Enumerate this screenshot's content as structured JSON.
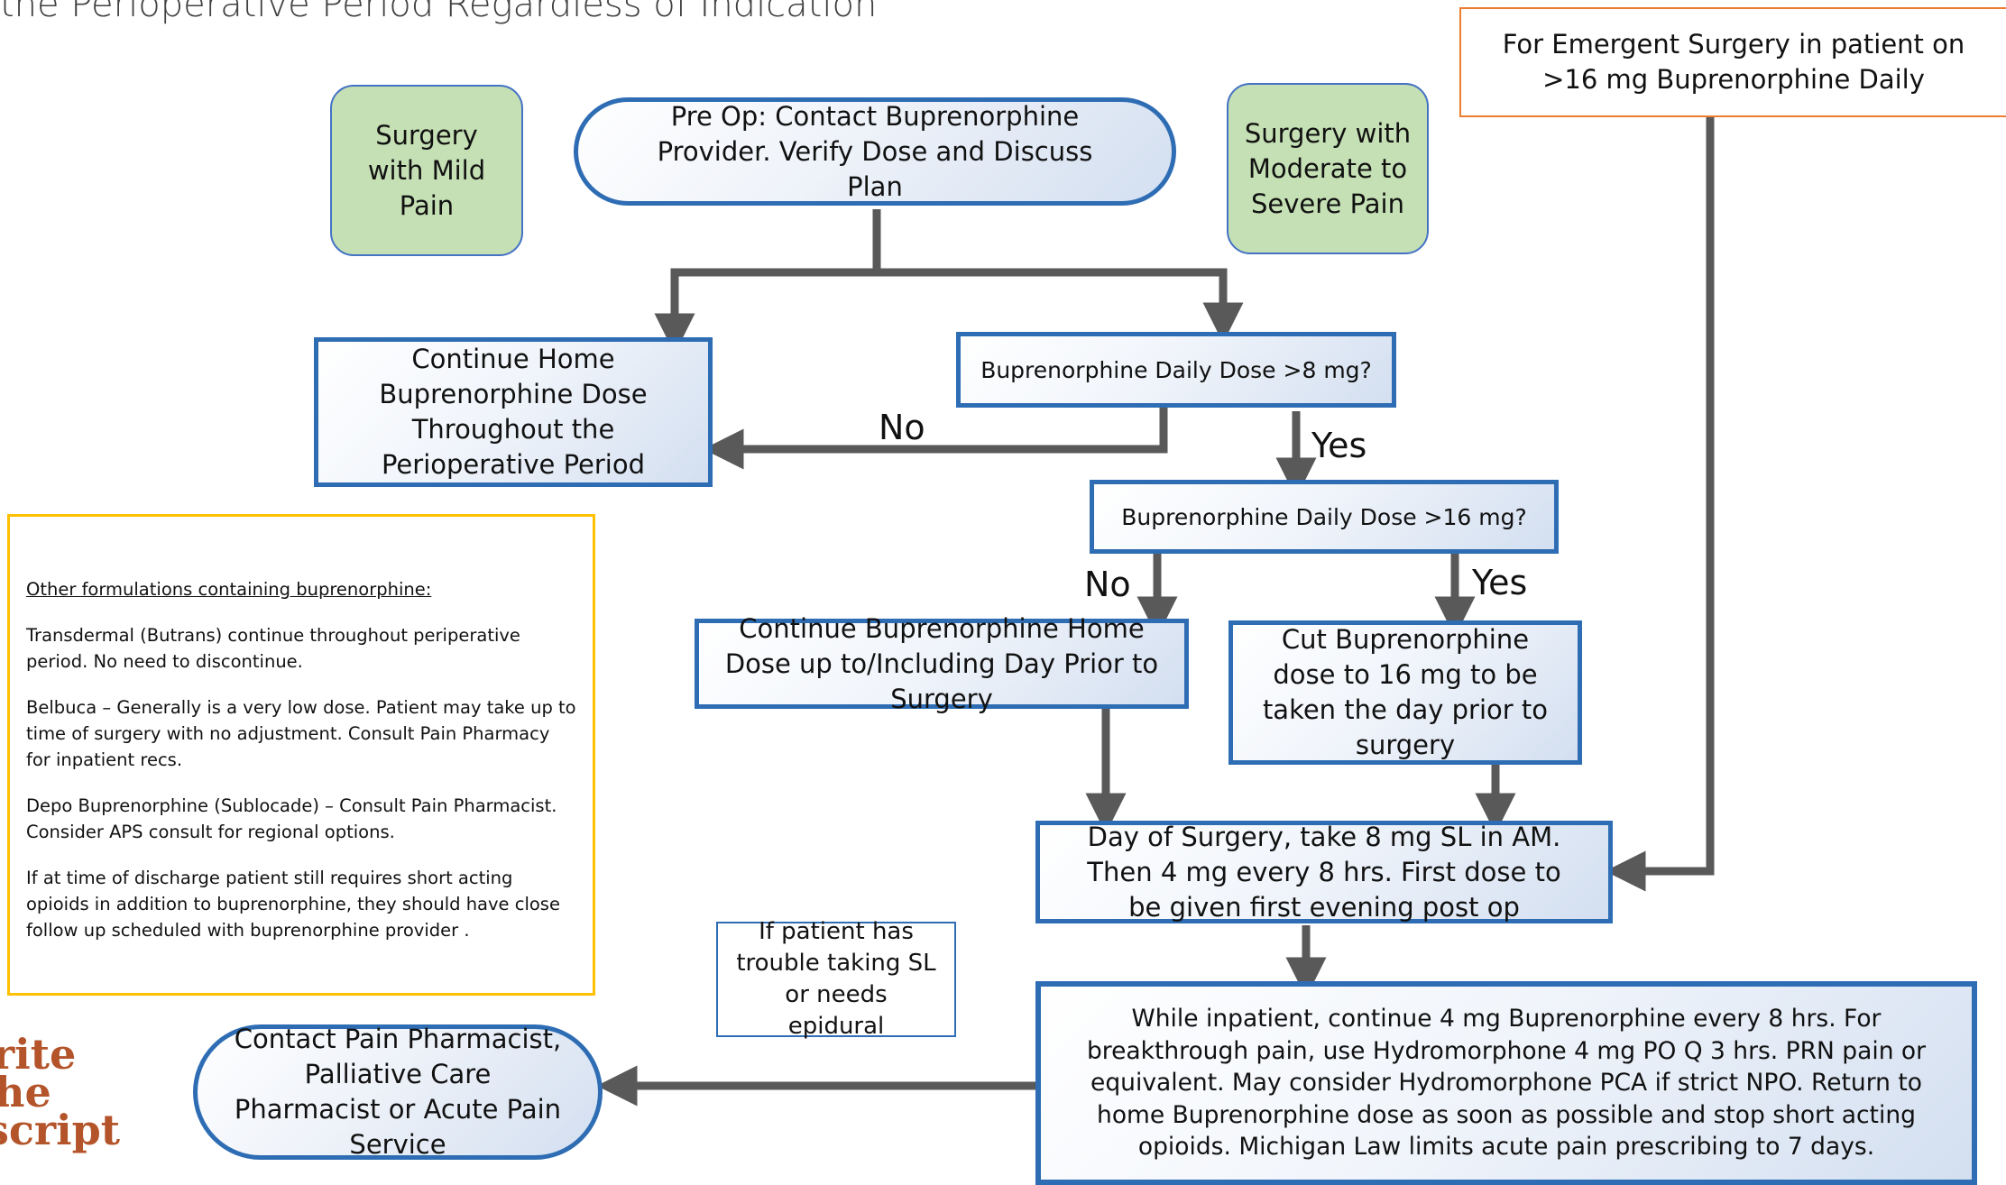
{
  "title": "the Perioperative Period Regardless of Indication",
  "nodes": {
    "mild_pain": "Surgery with Mild Pain",
    "preop": "Pre Op: Contact Buprenorphine Provider. Verify Dose and Discuss Plan",
    "moderate_severe": "Surgery with Moderate to Severe Pain",
    "emergent": "For Emergent Surgery in patient on >16 mg Buprenorphine Daily",
    "continue_home": "Continue Home Buprenorphine Dose Throughout the Perioperative Period",
    "dose_gt8": "Buprenorphine Daily Dose >8 mg?",
    "dose_gt16": "Buprenorphine Daily Dose >16 mg?",
    "continue_prior": "Continue Buprenorphine Home Dose up to/Including Day Prior to Surgery",
    "cut_dose": "Cut Buprenorphine dose to 16 mg to be taken the day prior to surgery",
    "day_of_surgery": "Day of Surgery, take 8 mg SL in AM. Then 4 mg every 8 hrs. First dose to be given first evening post op",
    "trouble_sl": "If patient has trouble taking SL or needs epidural",
    "inpatient": "While inpatient, continue 4 mg Buprenorphine every 8 hrs. For breakthrough pain, use Hydromorphone 4 mg PO Q 3 hrs. PRN pain or equivalent. May consider Hydromorphone PCA if strict NPO. Return to home Buprenorphine dose as soon as possible and stop short acting opioids. Michigan Law limits acute pain prescribing to 7 days.",
    "contact_pain": "Contact Pain Pharmacist, Palliative Care Pharmacist or Acute Pain Service"
  },
  "edge_labels": {
    "no_8": "No",
    "yes_8": "Yes",
    "no_16": "No",
    "yes_16": "Yes"
  },
  "note": {
    "heading": "Other formulations containing buprenorphine:",
    "items": [
      "Transdermal (Butrans) continue throughout periperative period. No need to discontinue.",
      "Belbuca – Generally is a very low dose. Patient may take up to time of surgery with no adjustment. Consult Pain Pharmacy for inpatient recs.",
      "Depo Buprenorphine (Sublocade) – Consult Pain Pharmacist. Consider APS consult for regional options.",
      "If at time of discharge patient still requires short acting opioids in addition to buprenorphine, they should have close follow up scheduled with buprenorphine provider ."
    ]
  },
  "logo": {
    "lines": [
      "rite",
      "he",
      "script"
    ]
  },
  "colors": {
    "blue_border": "#2e6db4",
    "green_fill": "#c5e0b4",
    "orange_border": "#ed7d31",
    "yellow_border": "#ffc000",
    "arrow": "#595959",
    "logo": "#b4542a"
  }
}
